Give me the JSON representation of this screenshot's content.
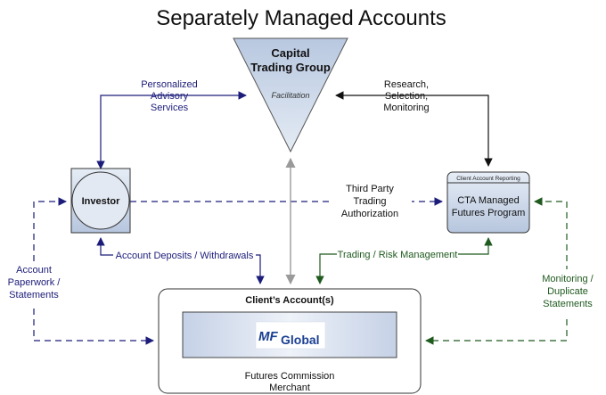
{
  "title": "Separately Managed Accounts",
  "ctg": {
    "line1": "Capital",
    "line2": "Trading Group",
    "sub": "Facilitation"
  },
  "investor": "Investor",
  "cta": {
    "header": "Client Account Reporting",
    "line1": "CTA Managed",
    "line2": "Futures Program"
  },
  "client_account": {
    "title": "Client’s Account(s)",
    "footer_line1": "Futures Commission",
    "footer_line2": "Merchant"
  },
  "mf_logo": {
    "mf": "MF",
    "global": "Global"
  },
  "labels": {
    "advisory": [
      "Personalized",
      "Advisory",
      "Services"
    ],
    "research": [
      "Research,",
      "Selection,",
      "Monitoring"
    ],
    "third_party": [
      "Third Party",
      "Trading",
      "Authorization"
    ],
    "deposits": "Account Deposits / Withdrawals",
    "trading_risk": "Trading / Risk Management",
    "paperwork": [
      "Account",
      "Paperwork /",
      "Statements"
    ],
    "monitoring": [
      "Monitoring /",
      "Duplicate",
      "Statements"
    ]
  },
  "colors": {
    "navy": "#1c1c7a",
    "green": "#1f5a1f",
    "black": "#111111",
    "gray": "#9a9a9a",
    "shape_fill_light": "#dfe7f2",
    "shape_fill_dark": "#a9bad6",
    "logo_blue": "#1b3f93"
  }
}
